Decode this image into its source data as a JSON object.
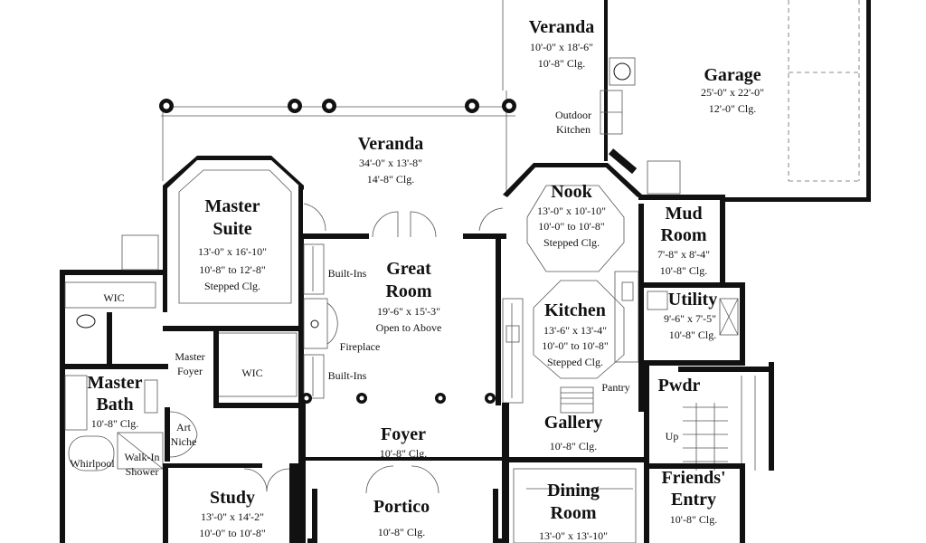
{
  "rooms": {
    "veranda_top": {
      "name": "Veranda",
      "dims": "10'-0\" x 18'-6\"",
      "ceiling": "10'-8\" Clg."
    },
    "garage": {
      "name": "Garage",
      "dims": "25'-0\" x 22'-0\"",
      "ceiling": "12'-0\" Clg."
    },
    "outdoor_kitchen": {
      "line1": "Outdoor",
      "line2": "Kitchen"
    },
    "veranda_main": {
      "name": "Veranda",
      "dims": "34'-0\" x 13'-8\"",
      "ceiling": "14'-8\" Clg."
    },
    "master_suite": {
      "line1": "Master",
      "line2": "Suite",
      "dims": "13'-0\" x 16'-10\"",
      "ceiling": "10'-8\" to 12'-8\"",
      "note": "Stepped Clg."
    },
    "great_room": {
      "line1": "Great",
      "line2": "Room",
      "dims": "19'-6\" x 15'-3\"",
      "note": "Open to Above"
    },
    "nook": {
      "name": "Nook",
      "dims": "13'-0\" x 10'-10\"",
      "ceiling": "10'-0\" to 10'-8\"",
      "note": "Stepped Clg."
    },
    "mud_room": {
      "line1": "Mud",
      "line2": "Room",
      "dims": "7'-8\" x 8'-4\"",
      "ceiling": "10'-8\" Clg."
    },
    "utility": {
      "name": "Utility",
      "dims": "9'-6\" x 7'-5\"",
      "ceiling": "10'-8\" Clg."
    },
    "kitchen": {
      "name": "Kitchen",
      "dims": "13'-6\" x 13'-4\"",
      "ceiling": "10'-0\" to 10'-8\"",
      "note": "Stepped Clg."
    },
    "master_bath": {
      "line1": "Master",
      "line2": "Bath",
      "ceiling": "10'-8\" Clg."
    },
    "study": {
      "name": "Study",
      "dims": "13'-0\" x 14'-2\"",
      "ceiling": "10'-0\" to 10'-8\""
    },
    "foyer": {
      "name": "Foyer",
      "ceiling": "10'-8\" Clg."
    },
    "gallery": {
      "name": "Gallery",
      "ceiling": "10'-8\" Clg."
    },
    "portico": {
      "name": "Portico",
      "ceiling": "10'-8\" Clg."
    },
    "dining_room": {
      "line1": "Dining",
      "line2": "Room",
      "dims": "13'-0\" x 13'-10\""
    },
    "pwdr": {
      "name": "Pwdr"
    },
    "friends_entry": {
      "line1": "Friends'",
      "line2": "Entry",
      "ceiling": "10'-8\" Clg."
    }
  },
  "labels": {
    "wic_1": "WIC",
    "wic_2": "WIC",
    "master_foyer_1": "Master",
    "master_foyer_2": "Foyer",
    "built_ins_1": "Built-Ins",
    "built_ins_2": "Built-Ins",
    "fireplace": "Fireplace",
    "pantry": "Pantry",
    "art_niche_1": "Art",
    "art_niche_2": "Niche",
    "whirlpool": "Whirlpool",
    "walk_in_1": "Walk-In",
    "walk_in_2": "Shower",
    "up": "Up"
  }
}
